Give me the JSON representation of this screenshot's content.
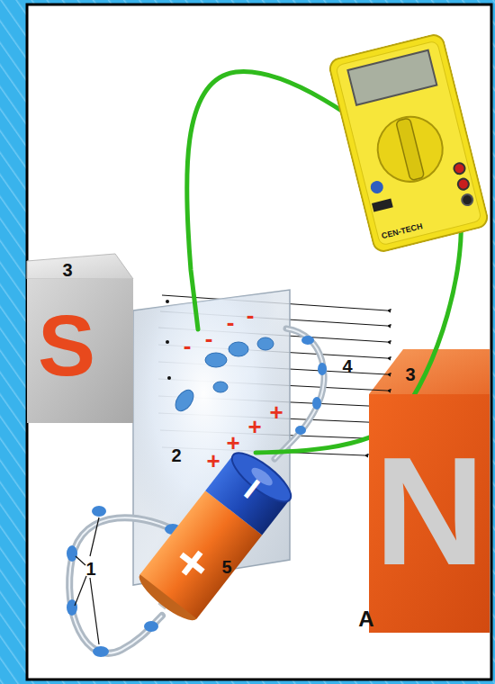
{
  "diagram": {
    "nodes": [
      {
        "text": [
          "CEN-TECH"
        ]
      },
      {
        "text": [
          "S"
        ]
      },
      {
        "text": [
          "N"
        ]
      },
      {
        "text": [
          "+",
          "−"
        ]
      }
    ],
    "labels": [
      "3",
      "-",
      "-",
      "-",
      "-",
      "4",
      "2",
      "+",
      "+",
      "+",
      "+",
      "1",
      "5",
      "3",
      "A"
    ]
  }
}
